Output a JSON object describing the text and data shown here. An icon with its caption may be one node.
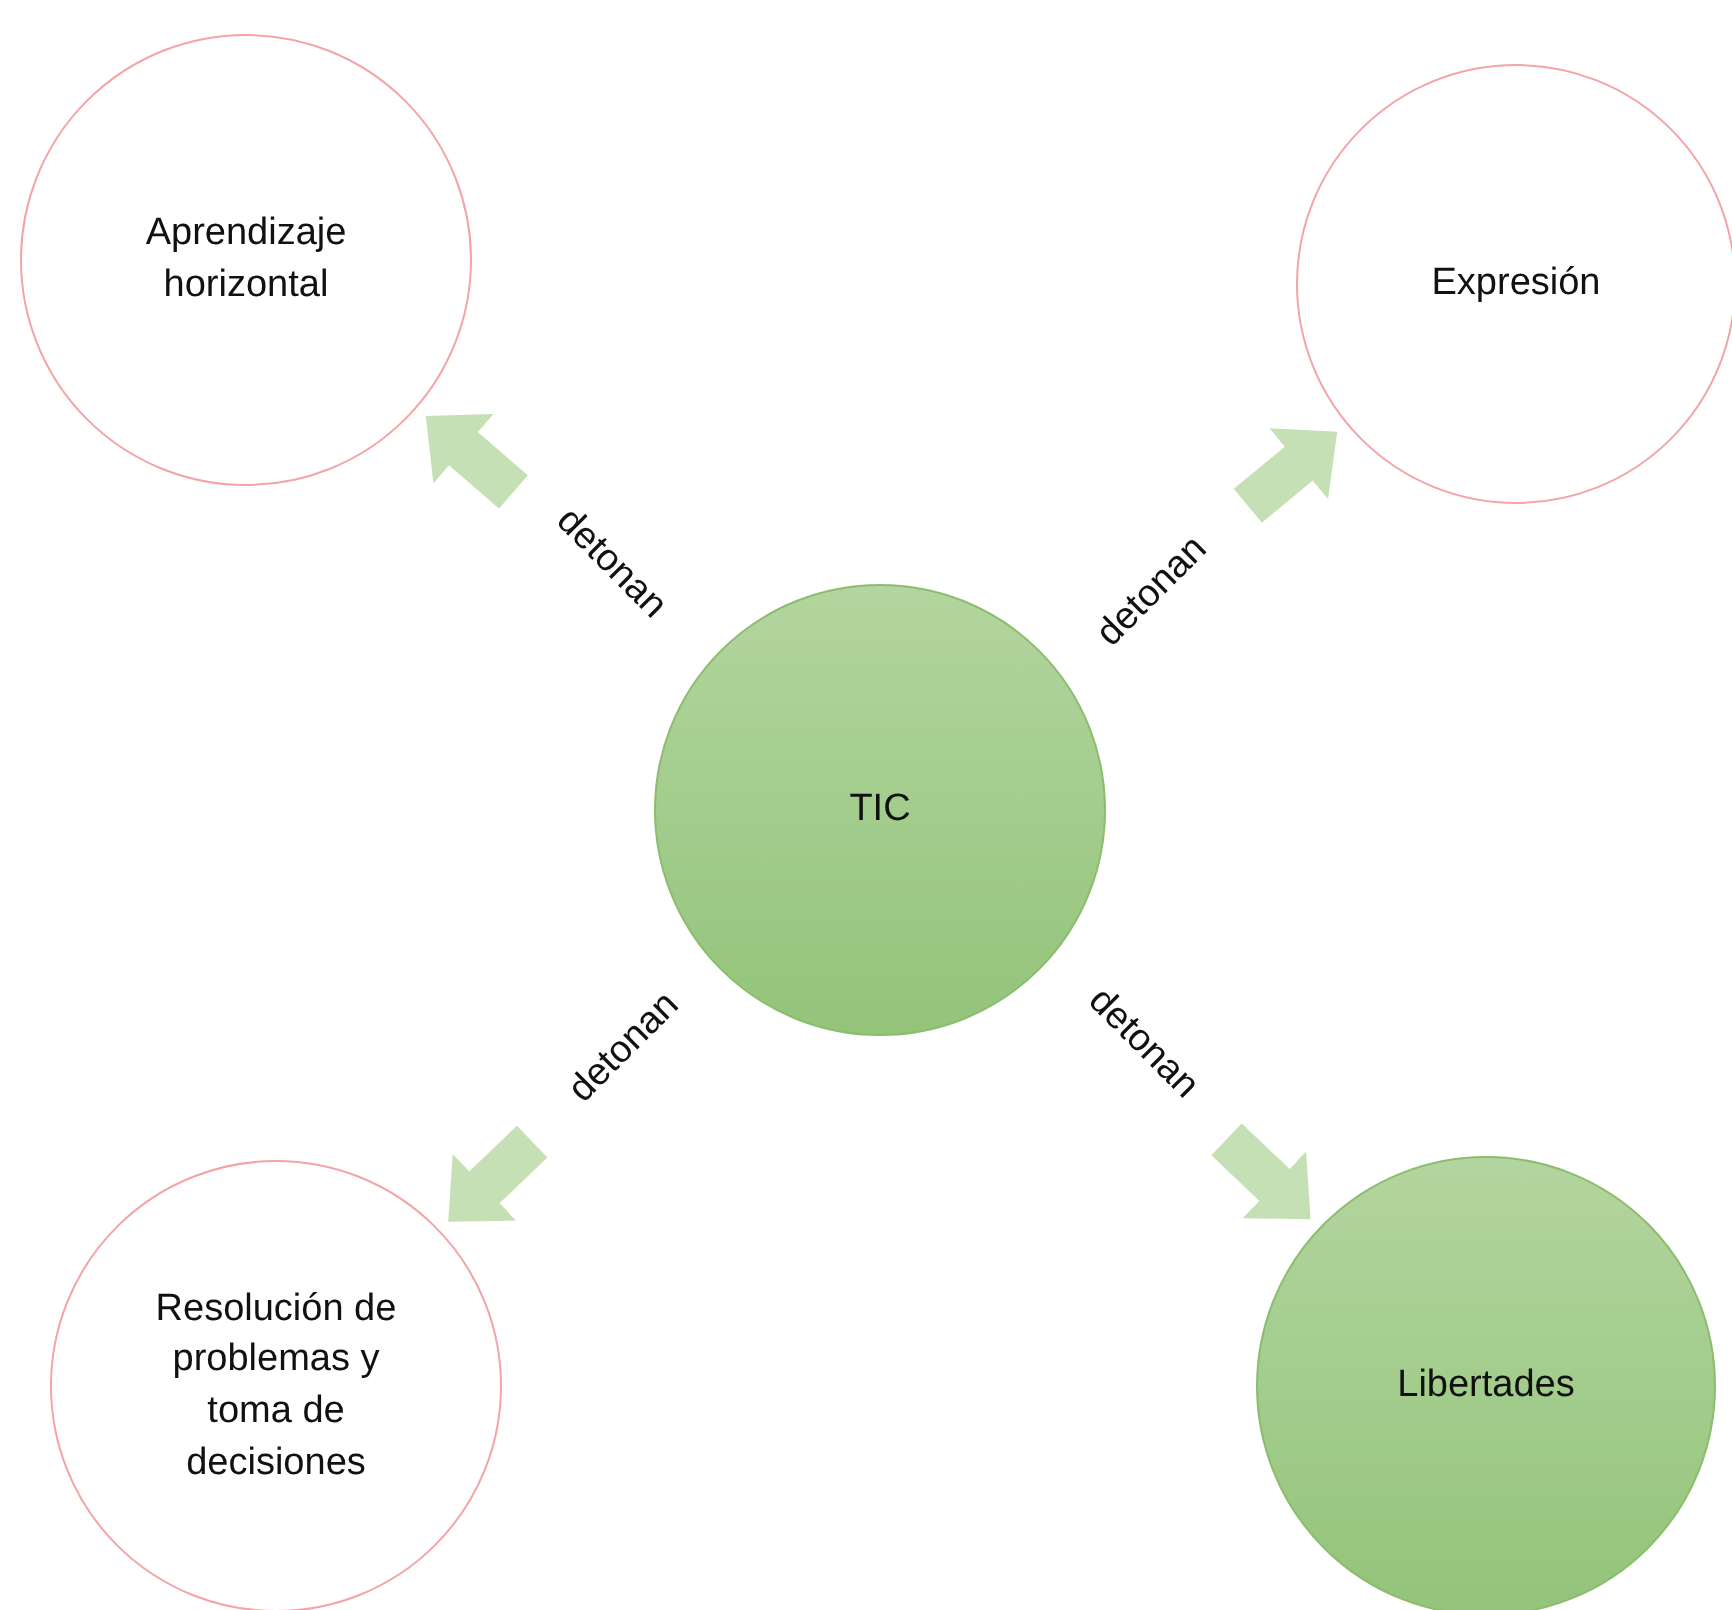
{
  "diagram": {
    "nodes": [
      {
        "text": [
          "TIC"
        ]
      },
      {
        "text": [
          "Aprendizaje horizontal"
        ]
      },
      {
        "text": [
          "Expresión"
        ]
      },
      {
        "text": [
          "Resolución de problemas y toma de decisiones"
        ]
      },
      {
        "text": [
          "Libertades"
        ]
      }
    ],
    "edges": [
      {
        "from": 0,
        "to": 1,
        "arrow": "to",
        "label": "detonan"
      },
      {
        "from": 0,
        "to": 2,
        "arrow": "to",
        "label": "detonan"
      },
      {
        "from": 0,
        "to": 3,
        "arrow": "to",
        "label": "detonan"
      },
      {
        "from": 0,
        "to": 4,
        "arrow": "to",
        "label": "detonan"
      }
    ]
  }
}
